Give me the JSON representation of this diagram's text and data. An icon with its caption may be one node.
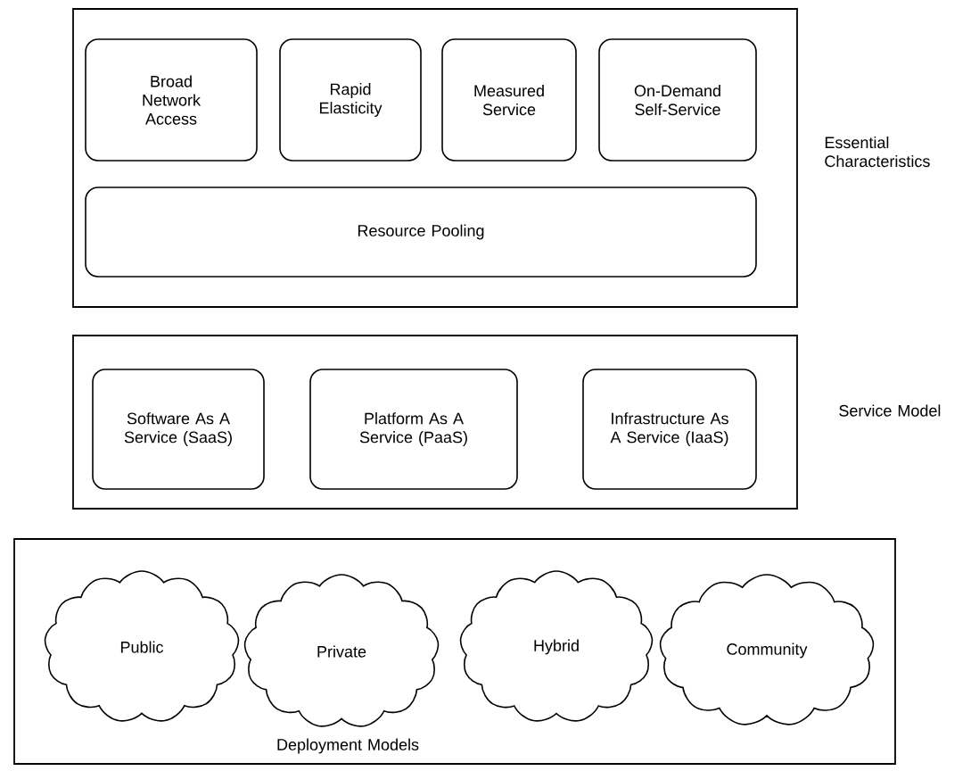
{
  "diagram": {
    "nodes": [
      {
        "text": [
          "Essential Characteristics"
        ]
      },
      {
        "text": [
          "Broad Network Access"
        ],
        "in": 0
      },
      {
        "text": [
          "Rapid Elasticity"
        ],
        "in": 0
      },
      {
        "text": [
          "Measured Service"
        ],
        "in": 0
      },
      {
        "text": [
          "On-Demand Self-Service"
        ],
        "in": 0
      },
      {
        "text": [
          "Resource Pooling"
        ],
        "in": 0
      },
      {
        "text": [
          "Service Model"
        ]
      },
      {
        "text": [
          "Software As A Service (SaaS)"
        ],
        "in": 6
      },
      {
        "text": [
          "Platform As A Service (PaaS)"
        ],
        "in": 6
      },
      {
        "text": [
          "Infrastructure As A Service (IaaS)"
        ],
        "in": 6
      },
      {
        "text": [
          "Deployment Models"
        ]
      },
      {
        "text": [
          "Public"
        ],
        "in": 10
      },
      {
        "text": [
          "Private"
        ],
        "in": 10
      },
      {
        "text": [
          "Hybrid"
        ],
        "in": 10
      },
      {
        "text": [
          "Community"
        ],
        "in": 10
      }
    ],
    "edges": []
  }
}
